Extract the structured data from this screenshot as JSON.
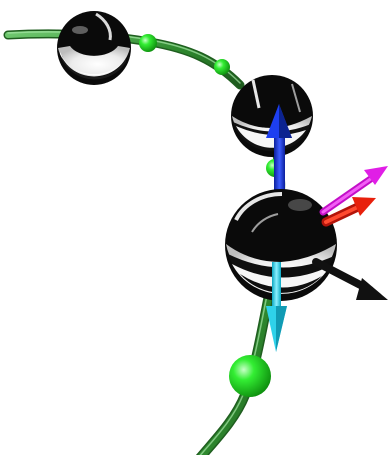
{
  "colors": {
    "background": "#ffffff",
    "curve": "#2f7d2f",
    "curve_highlight": "#7fd27f",
    "control_point": "#22dd22",
    "sphere_dark": "#0a0a0a",
    "sphere_light": "#f4f4f4",
    "arrow_up": "#1a3fe0",
    "arrow_tangent": "#33d6ee",
    "arrow_red": "#e8200c",
    "arrow_magenta": "#e01ee6",
    "arrow_black": "#111111"
  },
  "scene": {
    "objects": [
      {
        "name": "spline-curve",
        "kind": "path"
      },
      {
        "name": "control-point",
        "kind": "marker",
        "count": 5
      },
      {
        "name": "ball-sphere",
        "kind": "sphere",
        "count": 3
      },
      {
        "name": "direction-arrow",
        "kind": "arrow",
        "count": 5
      }
    ]
  }
}
